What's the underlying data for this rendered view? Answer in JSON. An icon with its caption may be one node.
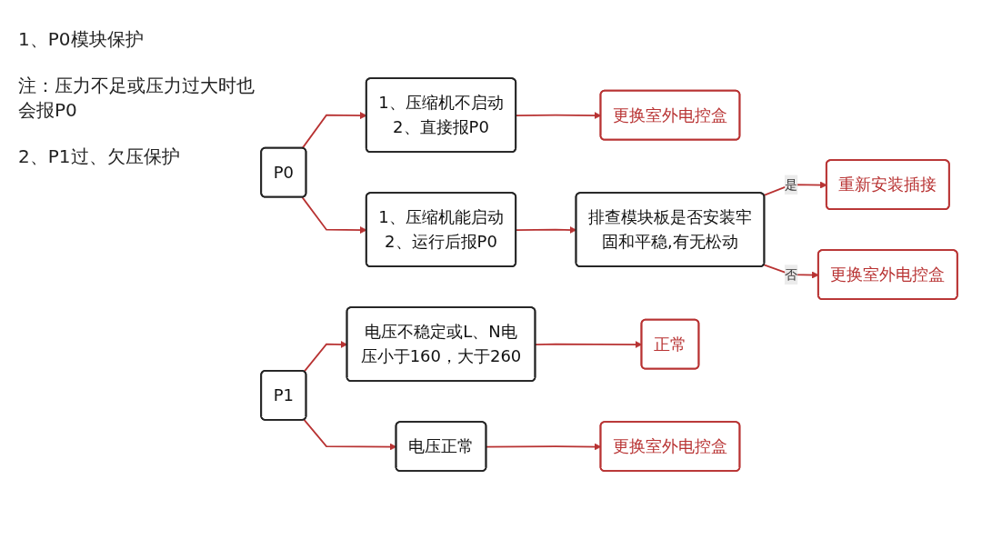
{
  "diagram": {
    "nodes": [
      {
        "text": [
          "P0"
        ]
      },
      {
        "text": [
          "1、压缩机不启动",
          "2、直接报P0"
        ]
      },
      {
        "text": [
          "更换室外电控盒"
        ]
      },
      {
        "text": [
          "1、压缩机能启动",
          "2、运行后报P0"
        ]
      },
      {
        "text": [
          "排查模块板是否安装牢固和平稳,有无松动"
        ]
      },
      {
        "text": [
          "重新安装插接"
        ]
      },
      {
        "text": [
          "更换室外电控盒"
        ]
      },
      {
        "text": [
          "P1"
        ]
      },
      {
        "text": [
          "电压不稳定或L、N电压小于160，大于260"
        ]
      },
      {
        "text": [
          "正常"
        ]
      },
      {
        "text": [
          "电压正常"
        ]
      },
      {
        "text": [
          "更换室外电控盒"
        ]
      }
    ],
    "edges": [
      {
        "from": 0,
        "to": 1,
        "arrow": "to"
      },
      {
        "from": 1,
        "to": 2,
        "arrow": "to"
      },
      {
        "from": 0,
        "to": 3,
        "arrow": "to"
      },
      {
        "from": 3,
        "to": 4,
        "arrow": "to"
      },
      {
        "from": 4,
        "to": 5,
        "arrow": "to",
        "label": "是"
      },
      {
        "from": 4,
        "to": 6,
        "arrow": "to",
        "label": "否"
      },
      {
        "from": 7,
        "to": 8,
        "arrow": "to"
      },
      {
        "from": 8,
        "to": 9,
        "arrow": "to"
      },
      {
        "from": 7,
        "to": 10,
        "arrow": "to"
      },
      {
        "from": 10,
        "to": 11,
        "arrow": "to"
      }
    ],
    "labels": [
      "1、P0模块保护",
      "注：压力不足或压力过大时也会报P0",
      "2、P1过、欠压保护"
    ]
  }
}
